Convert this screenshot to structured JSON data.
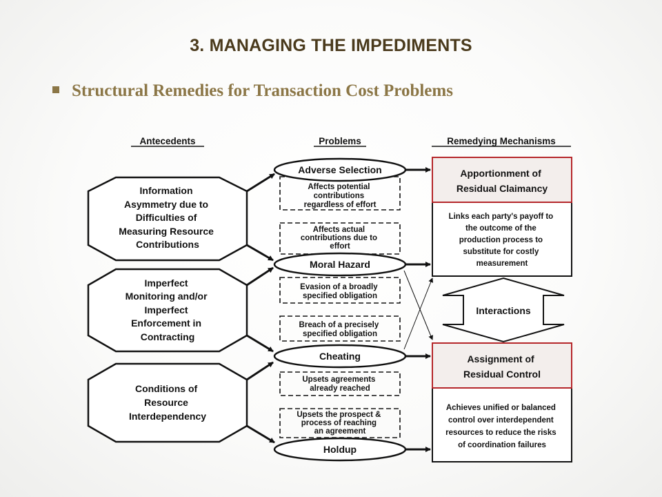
{
  "slide": {
    "title": "3. MANAGING THE IMPEDIMENTS",
    "subtitle": "Structural Remedies for Transaction Cost Problems"
  },
  "diagram": {
    "headers": {
      "antecedents": "Antecedents",
      "problems": "Problems",
      "mechanisms": "Remedying Mechanisms"
    },
    "antecedents": [
      {
        "lines": [
          "Information",
          "Asymmetry due to",
          "Difficulties of",
          "Measuring Resource",
          "Contributions"
        ]
      },
      {
        "lines": [
          "Imperfect",
          "Monitoring and/or",
          "Imperfect",
          "Enforcement in",
          "Contracting"
        ]
      },
      {
        "lines": [
          "Conditions of",
          "Resource",
          "Interdependency"
        ]
      }
    ],
    "problems": [
      {
        "label": "Adverse Selection"
      },
      {
        "label": "Moral Hazard"
      },
      {
        "label": "Cheating"
      },
      {
        "label": "Holdup"
      }
    ],
    "problem_notes": [
      {
        "lines": [
          "Affects potential",
          "contributions",
          "regardless of effort"
        ]
      },
      {
        "lines": [
          "Affects actual",
          "contributions due to",
          "effort"
        ]
      },
      {
        "lines": [
          "Evasion of a broadly",
          "specified obligation"
        ]
      },
      {
        "lines": [
          "Breach of a precisely",
          "specified obligation"
        ]
      },
      {
        "lines": [
          "Upsets agreements",
          "already reached"
        ]
      },
      {
        "lines": [
          "Upsets the prospect &",
          "process of reaching",
          "an agreement"
        ]
      }
    ],
    "mechanisms": [
      {
        "title": [
          "Apportionment of",
          "Residual Claimancy"
        ],
        "description": [
          "Links each party's payoff to",
          "the outcome of the",
          "production process to",
          "substitute for costly",
          "measurement"
        ]
      },
      {
        "title": [
          "Assignment of",
          "Residual Control"
        ],
        "description": [
          "Achieves unified or balanced",
          "control over interdependent",
          "resources to reduce the risks",
          "of coordination failures"
        ]
      }
    ],
    "interactions_label": "Interactions",
    "colors": {
      "highlight_fill": "#f3eeec",
      "highlight_border": "#b5262a",
      "ink": "#111111"
    }
  }
}
